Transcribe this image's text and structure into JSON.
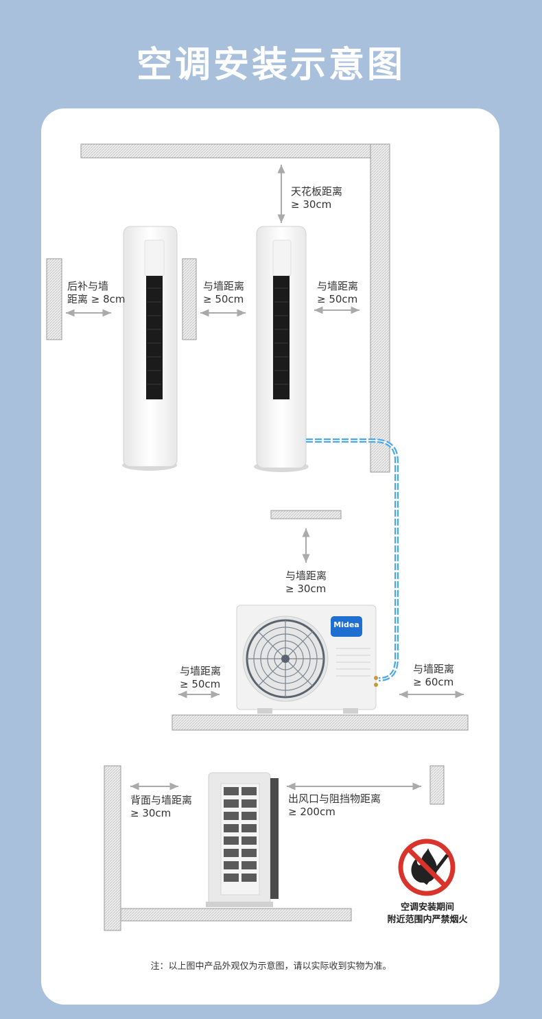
{
  "title": "空调安装示意图",
  "labels": {
    "ceiling": {
      "line1": "天花板距离",
      "line2": "≥ 30cm"
    },
    "back_wall": {
      "line1": "后补与墙",
      "line2": "距离 ≥ 8cm"
    },
    "side_wall_left": {
      "line1": "与墙距离",
      "line2": "≥ 50cm"
    },
    "side_wall_right": {
      "line1": "与墙距离",
      "line2": "≥ 50cm"
    },
    "outdoor_top": {
      "line1": "与墙距离",
      "line2": "≥ 30cm"
    },
    "outdoor_left": {
      "line1": "与墙距离",
      "line2": "≥ 50cm"
    },
    "outdoor_right": {
      "line1": "与墙距离",
      "line2": "≥ 60cm"
    },
    "outdoor_back": {
      "line1": "背面与墙距离",
      "line2": "≥ 30cm"
    },
    "outdoor_outlet": {
      "line1": "出风口与阻挡物距离",
      "line2": "≥ 200cm"
    }
  },
  "brand": "Midea",
  "warning": {
    "line1": "空调安装期间",
    "line2": "附近范围内严禁烟火"
  },
  "note": "注：以上图中产品外观仅为示意图，请以实际收到实物为准。",
  "colors": {
    "background": "#a8c0dc",
    "pipe": "#4aa8e8",
    "prohibit": "#d9342b",
    "brand": "#1f6fd1"
  }
}
